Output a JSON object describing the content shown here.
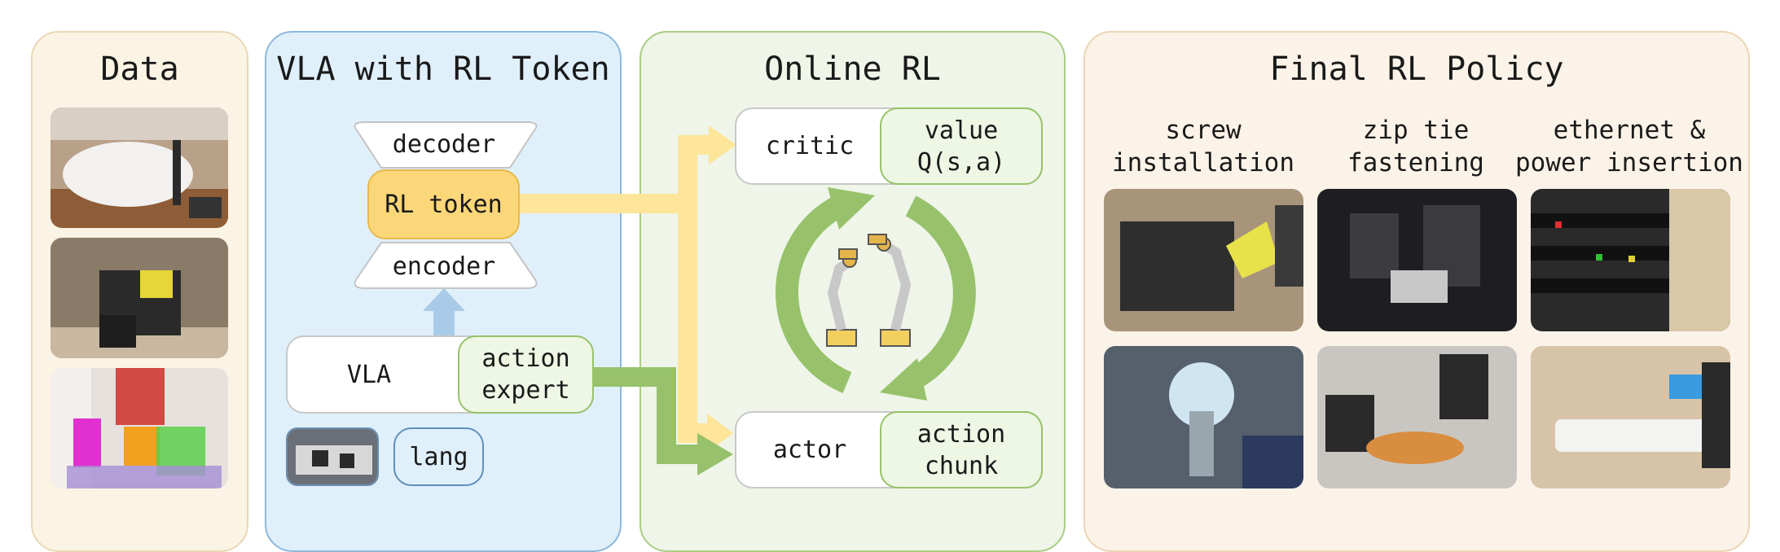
{
  "colors": {
    "data_panel_bg": "#fbf3e3",
    "data_panel_border": "#ead7b4",
    "vla_panel_bg": "#e0f0fb",
    "vla_panel_border": "#8db8dc",
    "online_panel_bg": "#eff5e8",
    "online_panel_border": "#a9cd84",
    "final_panel_bg": "#fbf3e8",
    "final_panel_border": "#ebd5b5",
    "yellow_arrow": "#fde59a",
    "green_arrow": "#97c26b",
    "blue_arrow": "#a9cbe8",
    "rl_token_fill": "#fcd77a"
  },
  "panels": {
    "data": {
      "title": "Data"
    },
    "vla": {
      "title": "VLA with RL Token"
    },
    "online": {
      "title": "Online RL"
    },
    "final": {
      "title": "Final RL Policy"
    }
  },
  "vla_block": {
    "decoder": "decoder",
    "rl_token": "RL token",
    "encoder": "encoder",
    "vla": "VLA",
    "action_expert": "action\nexpert",
    "lang": "lang"
  },
  "online_block": {
    "critic": "critic",
    "value": "value\nQ(s,a)",
    "actor": "actor",
    "action_chunk": "action\nchunk"
  },
  "tasks": [
    {
      "label": "screw\ninstallation"
    },
    {
      "label": "zip tie\nfastening"
    },
    {
      "label": "ethernet &\npower insertion"
    }
  ],
  "data_images": [
    {
      "icon": "robot-arm-bedroom-photo"
    },
    {
      "icon": "robot-arm-workshop-photo"
    },
    {
      "icon": "segmented-room-photo"
    }
  ]
}
